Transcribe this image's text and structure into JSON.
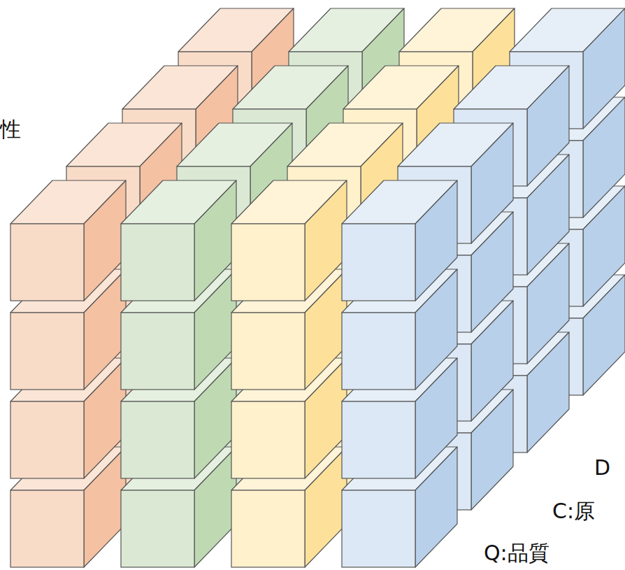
{
  "diagram": {
    "labels": [
      "性",
      "D",
      "C:原",
      "Q:品質"
    ]
  }
}
